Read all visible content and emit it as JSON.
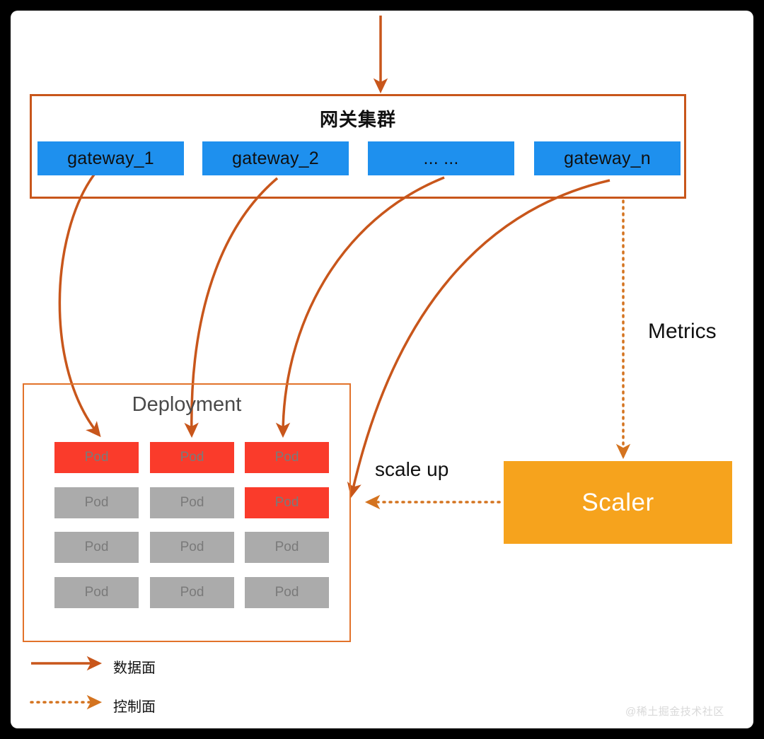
{
  "diagram": {
    "title": "Gateway cluster autoscaling diagram",
    "colors": {
      "gateway_fill": "#1E90EE",
      "cluster_border": "#C8561B",
      "deployment_border": "#E2722A",
      "pod_active": "#FA3B2B",
      "pod_idle": "#ABABAB",
      "scaler_fill": "#F6A31D",
      "arrow": "#C8561B",
      "canvas": "#FFFFFF",
      "frame": "#000000"
    }
  },
  "gateway_cluster": {
    "title": "网关集群",
    "gateways": [
      {
        "label": "gateway_1"
      },
      {
        "label": "gateway_2"
      },
      {
        "label": "... ..."
      },
      {
        "label": "gateway_n"
      }
    ]
  },
  "deployment": {
    "title": "Deployment",
    "pod_label": "Pod",
    "grid": {
      "rows": 4,
      "cols": 3,
      "states": [
        [
          "active",
          "active",
          "active"
        ],
        [
          "idle",
          "idle",
          "active"
        ],
        [
          "idle",
          "idle",
          "idle"
        ],
        [
          "idle",
          "idle",
          "idle"
        ]
      ]
    }
  },
  "scaler": {
    "label": "Scaler"
  },
  "annotations": {
    "metrics": "Metrics",
    "scale_up": "scale up"
  },
  "legend": {
    "items": [
      {
        "label": "数据面",
        "style": "solid",
        "icon": "solid-arrow-icon"
      },
      {
        "label": "控制面",
        "style": "dotted",
        "icon": "dotted-arrow-icon"
      }
    ]
  },
  "watermark": {
    "text": "@稀土掘金技术社区"
  }
}
